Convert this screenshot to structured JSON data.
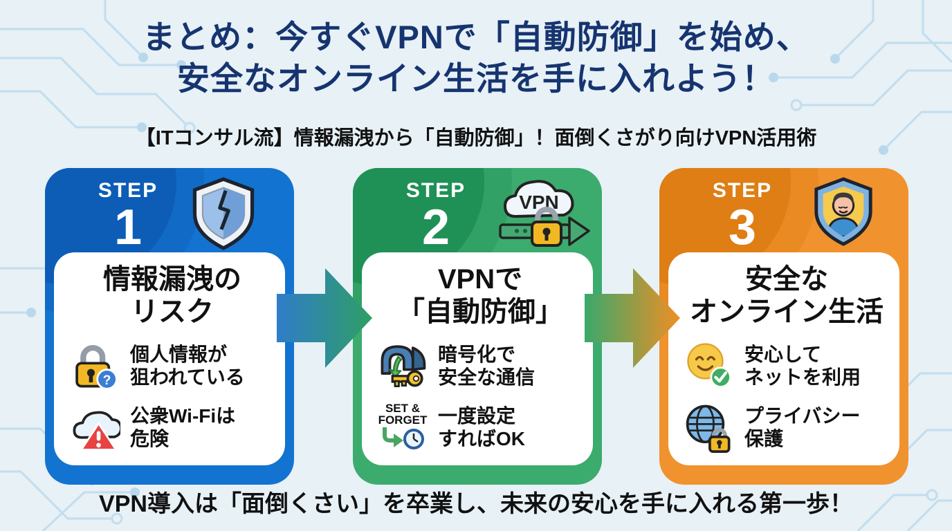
{
  "infographic": {
    "title_line1": "まとめ：今すぐVPNで「自動防御」を始め、",
    "title_line2": "安全なオンライン生活を手に入れよう！",
    "subtitle": "【ITコンサル流】情報漏洩から「自動防御」！面倒くさがり向けVPN活用術",
    "footer": "VPN導入は「面倒くさい」を卒業し、未来の安心を手に入れる第一歩！"
  },
  "colors": {
    "background": "#e7f1f6",
    "circuit_line": "#c2ddee",
    "title_navy": "#16346f",
    "text_black": "#111111",
    "card_blue": "#1373d0",
    "card_blue_dark": "#0d5db6",
    "card_green": "#3cab6e",
    "card_green_dark": "#1f9156",
    "card_orange": "#f0922d",
    "card_orange_dark": "#de7e14",
    "arrow_blue_green": [
      "#2f7dc9",
      "#2f9e65"
    ],
    "arrow_green_orange": [
      "#3aa86b",
      "#ef8f24"
    ]
  },
  "steps": [
    {
      "label": "STEP",
      "number": "1",
      "accent": "#1373d0",
      "accent_dark": "#0d5db6",
      "header_icon": "cracked-shield",
      "title_line1": "情報漏洩の",
      "title_line2": "リスク",
      "bullets": [
        {
          "icon": "padlock-question",
          "line1": "個人情報が",
          "line2": "狙われている"
        },
        {
          "icon": "cloud-warning",
          "line1": "公衆Wi-Fiは",
          "line2": "危険"
        }
      ]
    },
    {
      "label": "STEP",
      "number": "2",
      "accent": "#3cab6e",
      "accent_dark": "#1f9156",
      "header_icon": "vpn-cloud-lock",
      "header_icon_text": "VPN",
      "title_line1": "VPNで",
      "title_line2": "「自動防御」",
      "bullets": [
        {
          "icon": "tunnel-key",
          "line1": "暗号化で",
          "line2": "安全な通信"
        },
        {
          "icon": "set-and-forget-clock",
          "icon_text_line1": "SET &",
          "icon_text_line2": "FORGET",
          "line1": "一度設定",
          "line2": "すればOK"
        }
      ]
    },
    {
      "label": "STEP",
      "number": "3",
      "accent": "#f0922d",
      "accent_dark": "#de7e14",
      "header_icon": "person-shield",
      "title_line1": "安全な",
      "title_line2": "オンライン生活",
      "bullets": [
        {
          "icon": "smiley-check",
          "line1": "安心して",
          "line2": "ネットを利用"
        },
        {
          "icon": "globe-padlock",
          "line1": "プライバシー",
          "line2": "保護"
        }
      ]
    }
  ]
}
